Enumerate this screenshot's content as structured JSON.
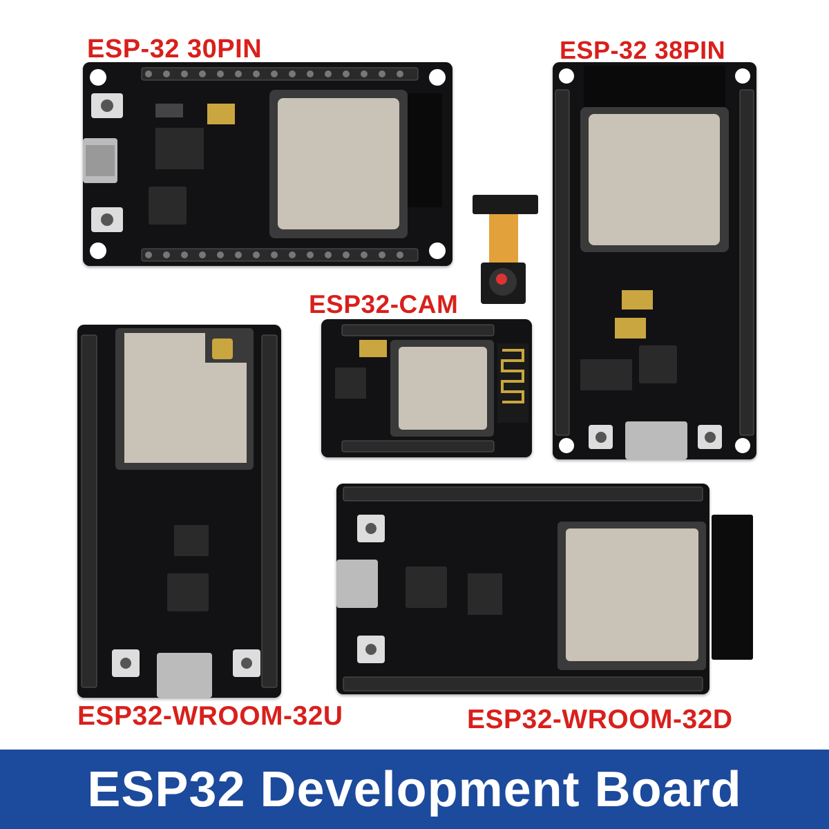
{
  "labels": {
    "esp32_30pin": "ESP-32 30PIN",
    "esp32_38pin": "ESP-32 38PIN",
    "esp32_cam": "ESP32-CAM",
    "wroom_32u": "ESP32-WROOM-32U",
    "wroom_32d": "ESP32-WROOM-32D"
  },
  "banner": {
    "title": "ESP32 Development Board"
  },
  "colors": {
    "label_red": "#d8201c",
    "banner_blue": "#1c4a9c",
    "pcb_black": "#121214",
    "module_silver": "#c8c3b6"
  }
}
